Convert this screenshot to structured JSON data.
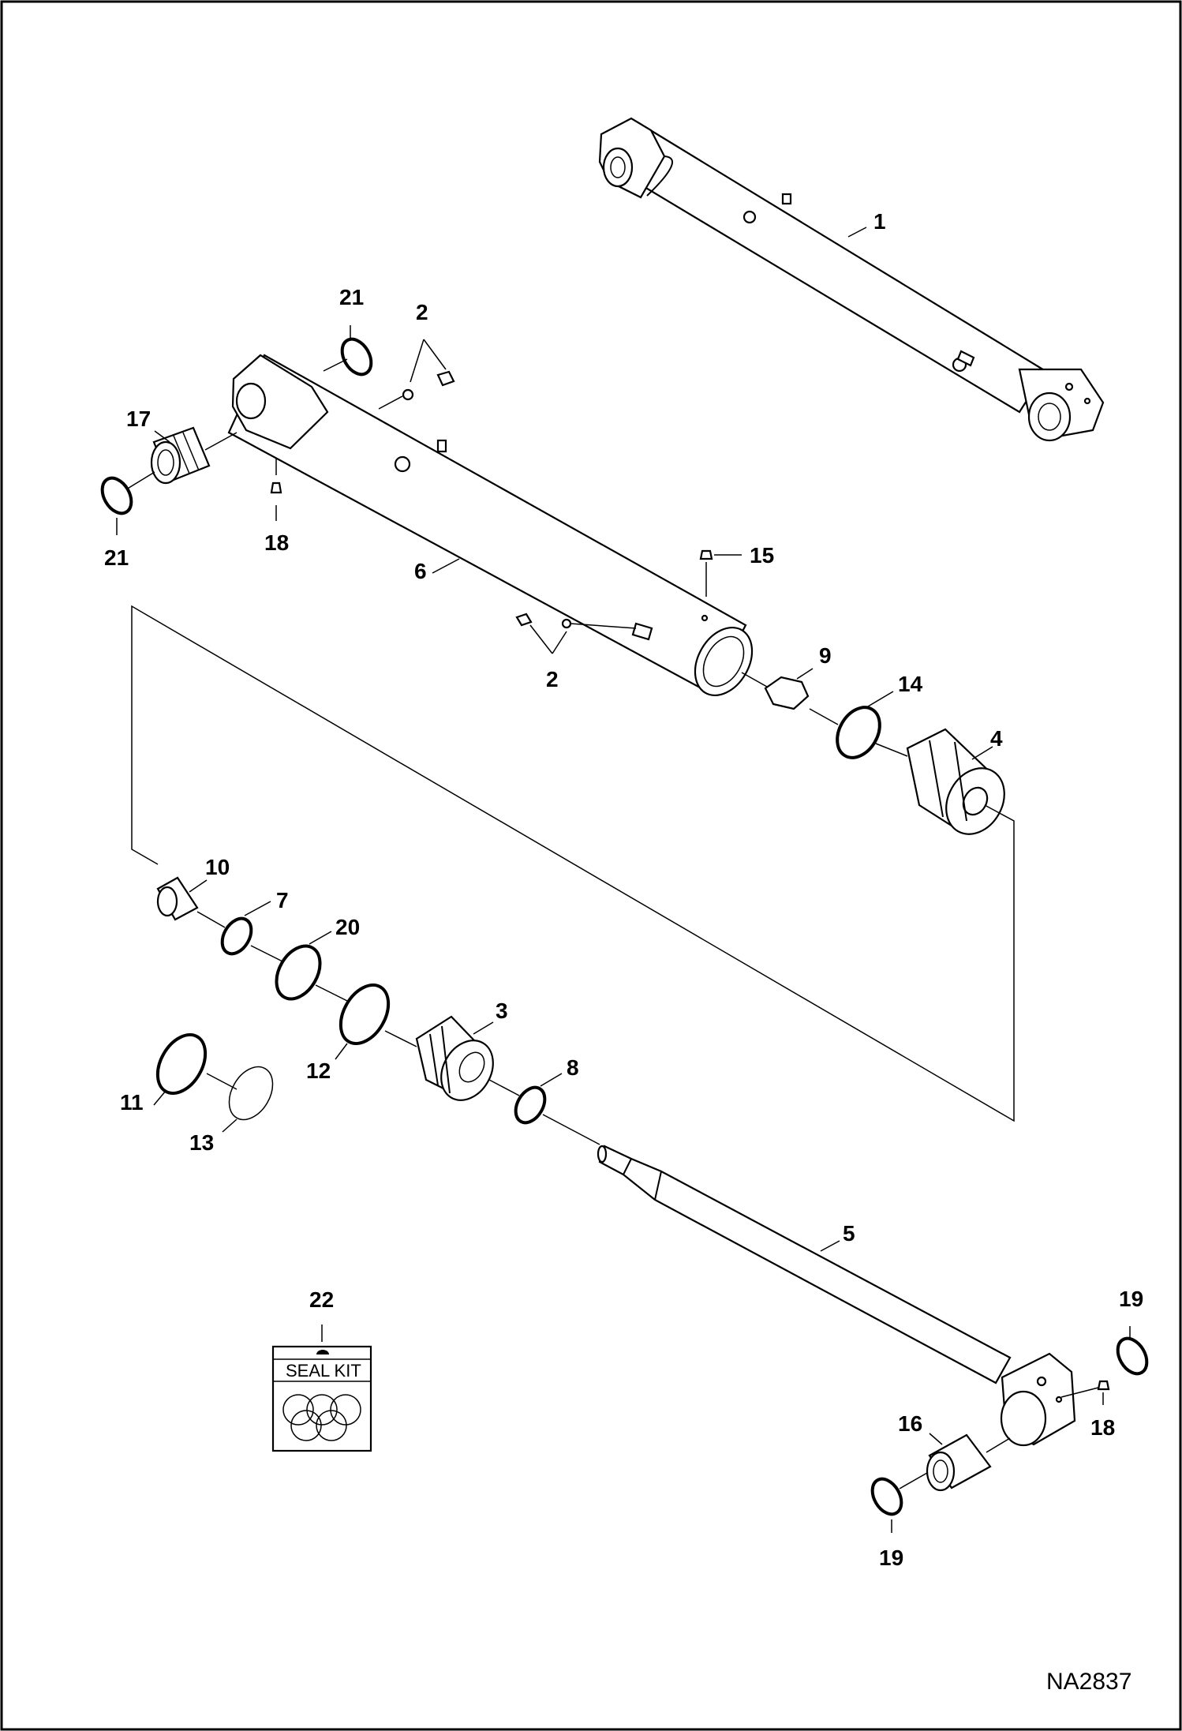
{
  "drawing_code": "NA2837",
  "seal_kit_text": "SEAL KIT",
  "callouts": {
    "c1": "1",
    "c2a": "2",
    "c2b": "2",
    "c3": "3",
    "c4": "4",
    "c5": "5",
    "c6": "6",
    "c7": "7",
    "c8": "8",
    "c9": "9",
    "c10": "10",
    "c11": "11",
    "c12": "12",
    "c13": "13",
    "c14": "14",
    "c15": "15",
    "c16": "16",
    "c17": "17",
    "c18a": "18",
    "c18b": "18",
    "c19a": "19",
    "c19b": "19",
    "c20": "20",
    "c21a": "21",
    "c21b": "21",
    "c22": "22"
  }
}
